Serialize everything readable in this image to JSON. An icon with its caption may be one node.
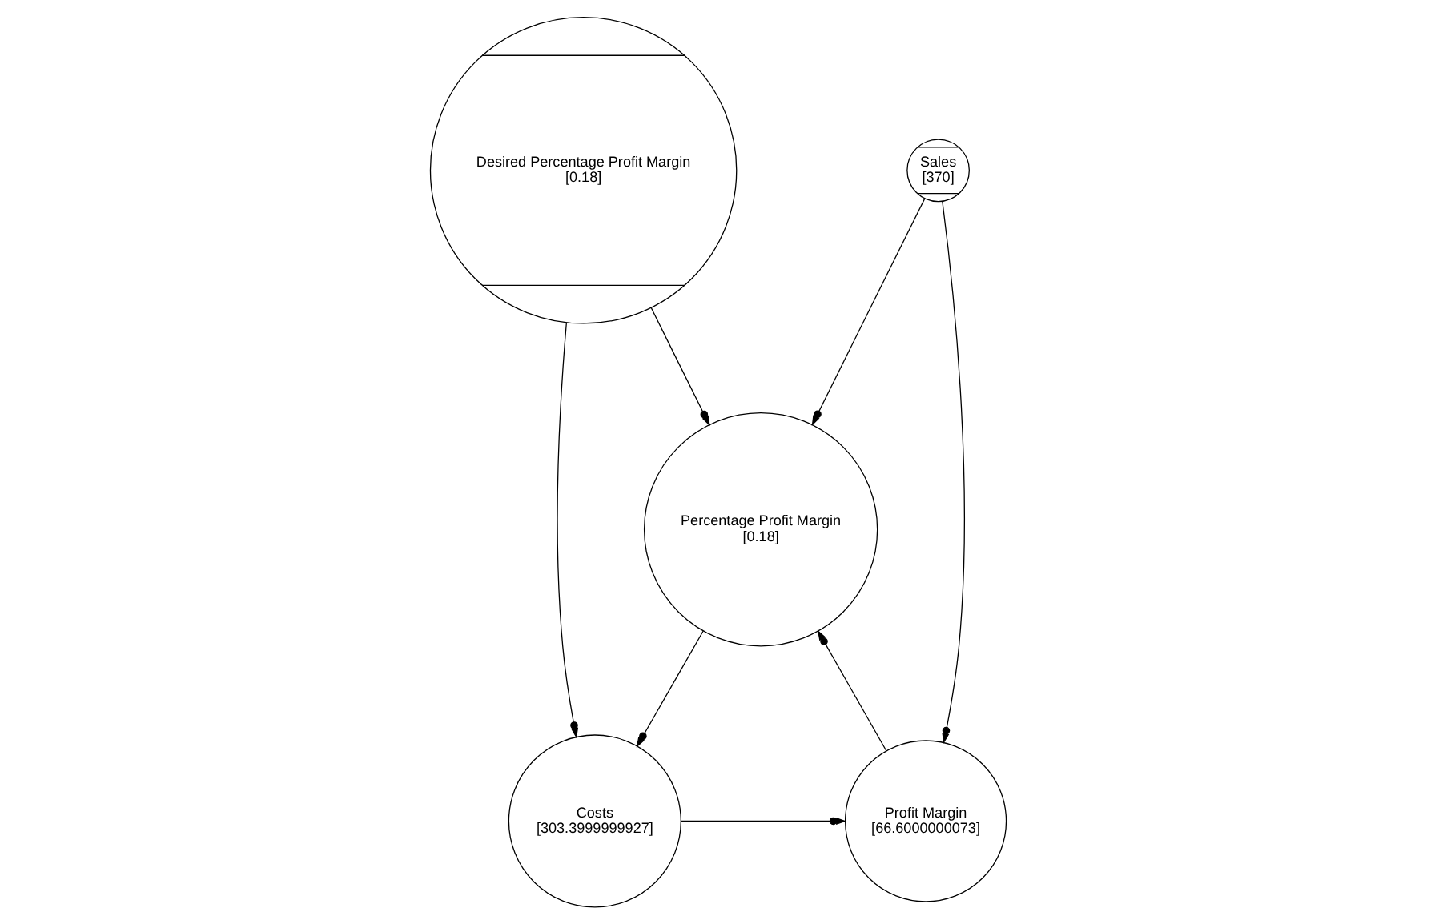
{
  "diagram": {
    "nodes": [
      {
        "text": [
          "Sales",
          "[370]"
        ]
      },
      {
        "text": [
          "Desired Percentage Profit Margin",
          "[0.18]"
        ]
      },
      {
        "text": [
          "Percentage Profit Margin",
          "[0.18]"
        ]
      },
      {
        "text": [
          "Profit Margin",
          "[66.6000000073]"
        ]
      },
      {
        "text": [
          "Costs",
          "[303.3999999927]"
        ]
      }
    ],
    "edges": [
      {
        "from": 0,
        "to": 2,
        "arrow": "to"
      },
      {
        "from": 1,
        "to": 2,
        "arrow": "to"
      },
      {
        "from": 0,
        "to": 3,
        "arrow": "to"
      },
      {
        "from": 2,
        "to": 4,
        "arrow": "to"
      },
      {
        "from": 1,
        "to": 4,
        "arrow": "to"
      },
      {
        "from": 4,
        "to": 3,
        "arrow": "to"
      },
      {
        "from": 3,
        "to": 2,
        "arrow": "to"
      }
    ]
  }
}
